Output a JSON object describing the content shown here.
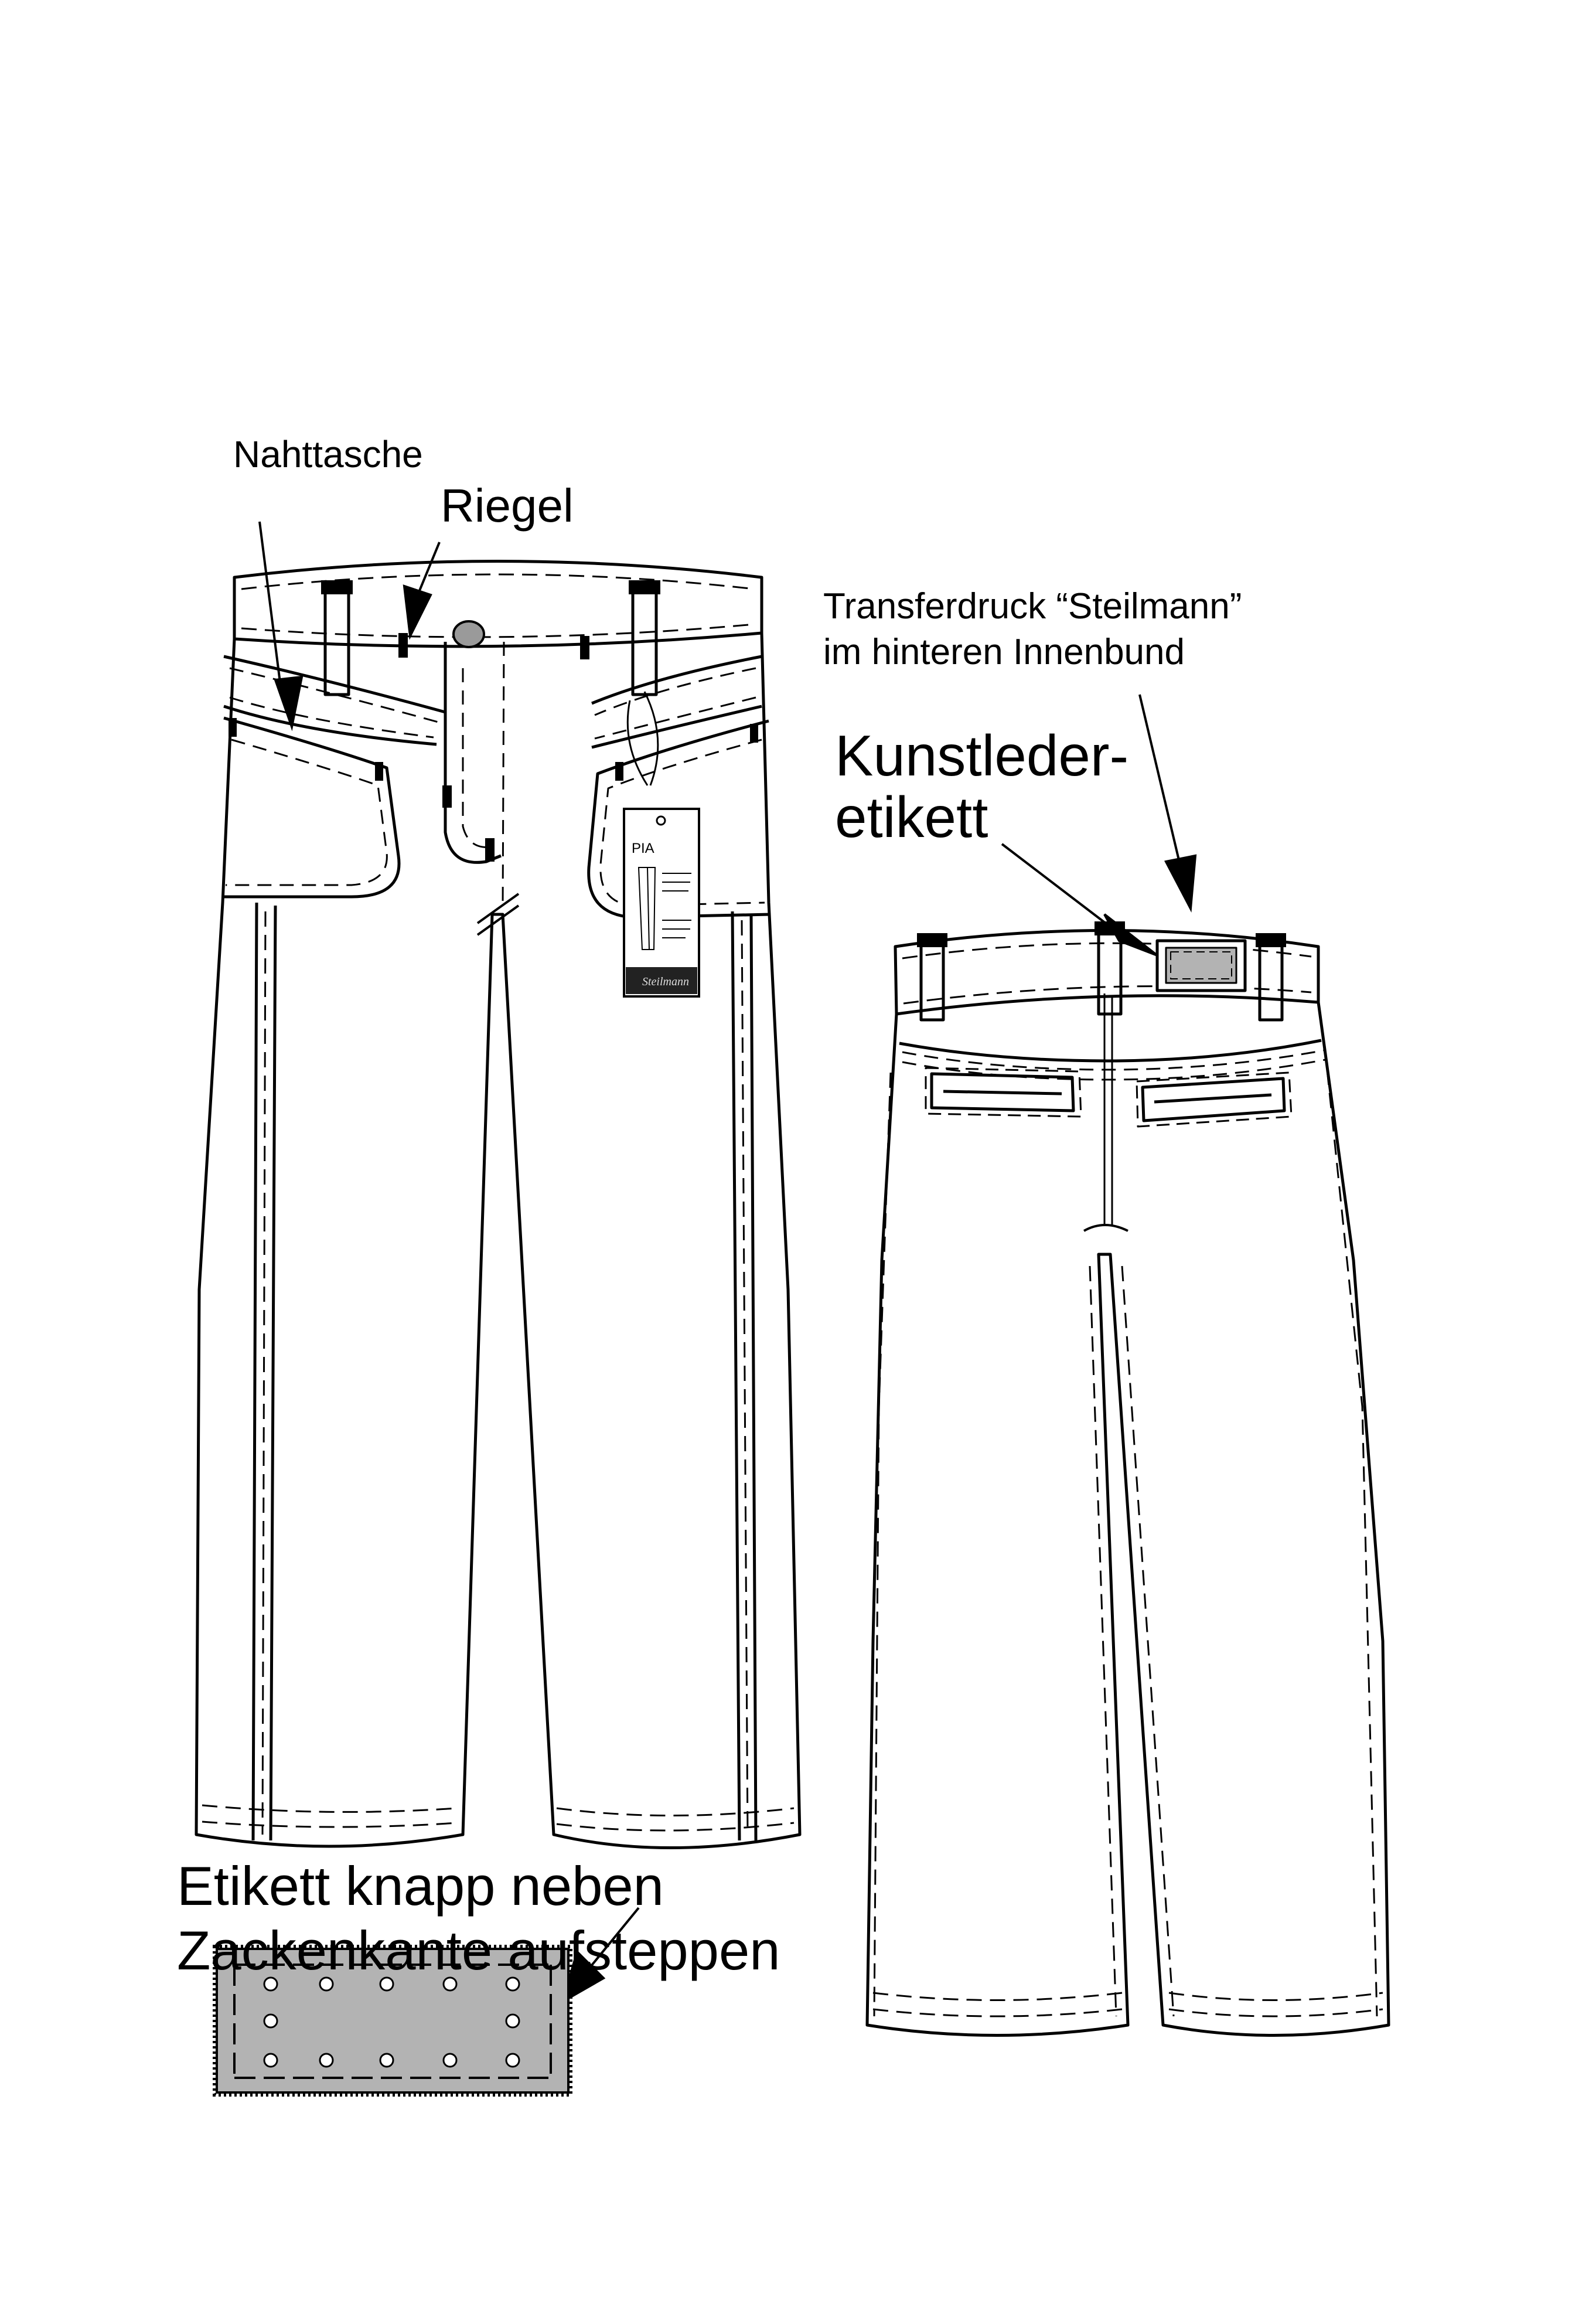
{
  "labels": {
    "nahttasche": "Nahttasche",
    "riegel": "Riegel",
    "transferdruck_line1": "Transferdruck “Steilmann”",
    "transferdruck_line2": "im hinteren Innenbund",
    "kunstleder_line1": "Kunstleder-",
    "kunstleder_line2": "etikett",
    "etikett_line1": "Etikett knapp neben",
    "etikett_line2": "Zackenkante aufsteppen"
  },
  "hangtag": {
    "title": "PIA",
    "brand": "Steilmann"
  },
  "colors": {
    "line": "#000000",
    "patch_fill": "#b3b3b3",
    "button_fill": "#9a9a9a",
    "tag_footer": "#222222"
  }
}
